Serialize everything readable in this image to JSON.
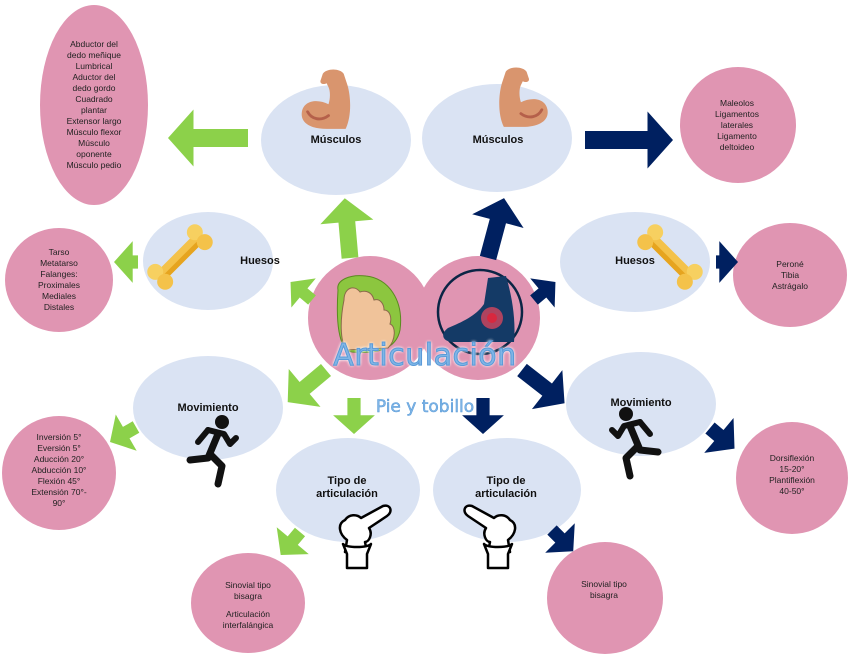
{
  "colors": {
    "topic_fill": "#dae3f3",
    "detail_fill": "#e095b2",
    "left_arrow": "#8cd14a",
    "right_arrow": "#002060"
  },
  "center": {
    "title": "Articulación",
    "subtitle": "Pie y tobillo",
    "left_icon": "foot-icon",
    "right_icon": "ankle-pain-icon"
  },
  "left": {
    "musculos": {
      "label": "Músculos",
      "icon": "flexed-arm-icon",
      "details": [
        "Abductor del",
        "dedo meñique",
        "Lumbrical",
        "Aductor del",
        "dedo gordo",
        "Cuadrado",
        "plantar",
        "Extensor largo",
        "Músculo flexor",
        "Músculo",
        "oponente",
        "Músculo pedio"
      ]
    },
    "huesos": {
      "label": "Huesos",
      "icon": "bone-icon",
      "details": [
        "Tarso",
        "Metatarso",
        "Falanges:",
        "Proximales",
        "Mediales",
        "Distales"
      ]
    },
    "movimiento": {
      "label": "Movimiento",
      "icon": "running-person-icon",
      "details": [
        "Inversión 5°",
        "Eversión 5°",
        "Aducción 20°",
        "Abducción 10°",
        "Flexión 45°",
        "Extensión 70°-",
        "90°"
      ]
    },
    "tipo": {
      "label": "Tipo de articulación",
      "icon": "knee-joint-icon",
      "details": [
        "Sinovial tipo",
        "bisagra"
      ],
      "details2": [
        "Articulación",
        "interfalángica"
      ]
    }
  },
  "right": {
    "musculos": {
      "label": "Músculos",
      "icon": "flexed-arm-icon",
      "details": [
        "Maleolos",
        "Ligamentos",
        "laterales",
        "Ligamento",
        "deltoideo"
      ]
    },
    "huesos": {
      "label": "Huesos",
      "icon": "bone-icon",
      "details": [
        "Peroné",
        "Tibia",
        "Astrágalo"
      ]
    },
    "movimiento": {
      "label": "Movimiento",
      "icon": "running-person-icon",
      "details": [
        "Dorsiflexión",
        "15-20°",
        "Plantiflexión",
        "40-50°"
      ]
    },
    "tipo": {
      "label": "Tipo de articulación",
      "icon": "knee-joint-icon",
      "details": [
        "Sinovial tipo",
        "bisagra"
      ]
    }
  }
}
